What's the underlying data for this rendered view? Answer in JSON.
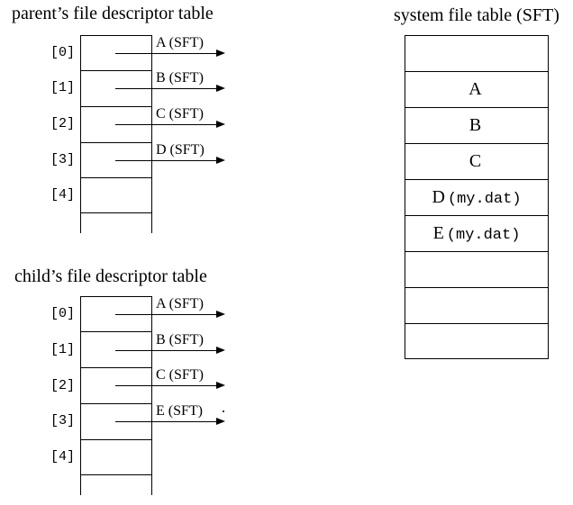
{
  "parent_table": {
    "title": "parent’s file descriptor table",
    "indices": [
      "[0]",
      "[1]",
      "[2]",
      "[3]",
      "[4]"
    ],
    "pointers": [
      "A (SFT)",
      "B (SFT)",
      "C (SFT)",
      "D (SFT)"
    ]
  },
  "child_table": {
    "title": "child’s file descriptor table",
    "indices": [
      "[0]",
      "[1]",
      "[2]",
      "[3]",
      "[4]"
    ],
    "pointers": [
      "A (SFT)",
      "B (SFT)",
      "C (SFT)",
      "E (SFT)"
    ]
  },
  "sft_table": {
    "title": "system file table (SFT)",
    "cells": [
      {
        "main": "",
        "mono": ""
      },
      {
        "main": "A",
        "mono": ""
      },
      {
        "main": "B",
        "mono": ""
      },
      {
        "main": "C",
        "mono": ""
      },
      {
        "main": "D",
        "mono": "(my.dat)"
      },
      {
        "main": "E",
        "mono": "(my.dat)"
      },
      {
        "main": "",
        "mono": ""
      },
      {
        "main": "",
        "mono": ""
      },
      {
        "main": "",
        "mono": ""
      }
    ]
  },
  "colors": {
    "line": "#000000",
    "background": "#ffffff",
    "text": "#000000"
  }
}
